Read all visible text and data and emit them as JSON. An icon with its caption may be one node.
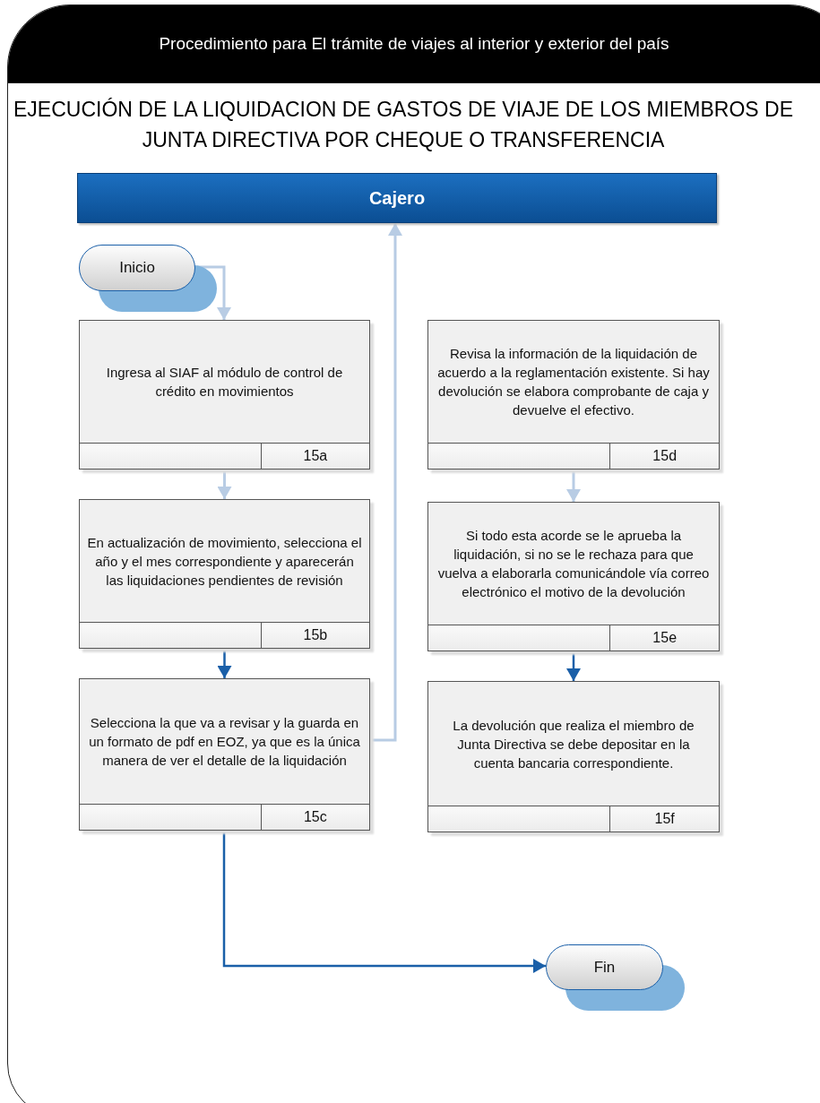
{
  "diagram": {
    "title": "Procedimiento para El trámite de viajes al interior y exterior del país",
    "nodes": [
      {
        "text": [
          "Cajero"
        ]
      },
      {
        "text": [
          "Inicio"
        ]
      },
      {
        "text": [
          "Ingresa al SIAF al módulo de control de crédito en movimientos",
          "15a"
        ]
      },
      {
        "text": [
          "En actualización de movimiento, selecciona el año y el mes correspondiente y aparecerán las liquidaciones pendientes de revisión",
          "15b"
        ]
      },
      {
        "text": [
          "Selecciona la que va a revisar y la guarda en un formato de pdf en EOZ, ya que es la única manera de ver el detalle de la liquidación",
          "15c"
        ]
      },
      {
        "text": [
          "Revisa la información de la liquidación de acuerdo a la reglamentación existente.  Si hay devolución  se elabora comprobante de caja y devuelve el efectivo.",
          "15d"
        ]
      },
      {
        "text": [
          "Si todo esta acorde se le aprueba la liquidación, si no se le rechaza para que vuelva a elaborarla comunicándole vía correo electrónico el motivo de la devolución",
          "15e"
        ]
      },
      {
        "text": [
          "La devolución que realiza el miembro de Junta Directiva se debe depositar en la cuenta bancaria correspondiente.",
          "15f"
        ]
      },
      {
        "text": [
          "Fin"
        ]
      }
    ],
    "edges": [
      {
        "from": 1,
        "to": 2,
        "arrow": "to"
      },
      {
        "from": 2,
        "to": 3,
        "arrow": "to"
      },
      {
        "from": 3,
        "to": 4,
        "arrow": "to",
        "color": "#1a5fa8"
      },
      {
        "from": 4,
        "to": 0,
        "arrow": "to"
      },
      {
        "from": 5,
        "to": 6,
        "arrow": "to"
      },
      {
        "from": 6,
        "to": 7,
        "arrow": "to",
        "color": "#1a5fa8"
      },
      {
        "from": 4,
        "to": 8,
        "arrow": "to",
        "color": "#1a5fa8"
      }
    ],
    "labels": [
      "EJECUCIÓN DE LA LIQUIDACION DE GASTOS DE VIAJE DE LOS MIEMBROS DE JUNTA DIRECTIVA POR CHEQUE O TRANSFERENCIA"
    ]
  }
}
